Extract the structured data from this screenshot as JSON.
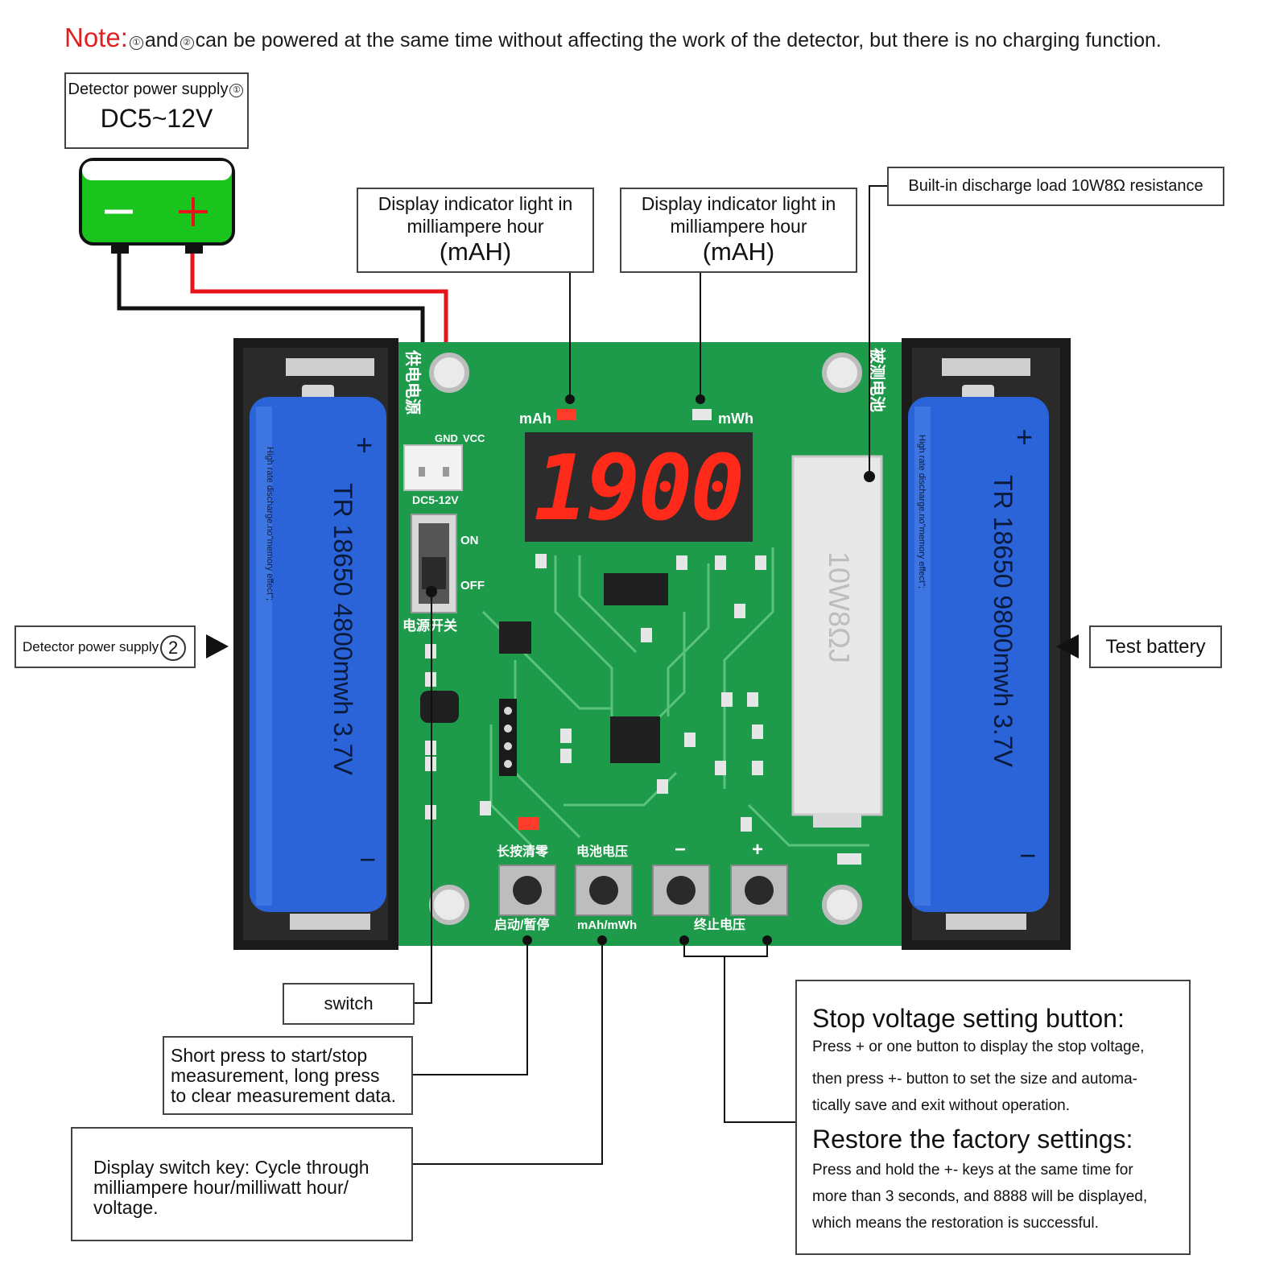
{
  "note": {
    "key": "Note:",
    "marker1": "①",
    "and": "and",
    "marker2": "②",
    "text": "can be powered at the same time without affecting the work of the detector, but there is no charging function."
  },
  "supply1": {
    "label": "Detector power supply",
    "marker": "①",
    "voltage": "DC5~12V"
  },
  "indicator_mah": {
    "line1": "Display indicator light in",
    "line2": "milliampere hour",
    "line3": "(mAH)"
  },
  "indicator_mwh": {
    "line1": "Display indicator light in",
    "line2": "milliampere hour",
    "line3": "(mAH)"
  },
  "resistor_label": "Built-in discharge load 10W8Ω resistance",
  "supply2": {
    "label": "Detector power supply",
    "marker": "2"
  },
  "test_battery": "Test battery",
  "switch_label": "switch",
  "start_stop": {
    "line1": "Short press to start/stop",
    "line2": "measurement, long press",
    "line3": "to clear measurement data."
  },
  "display_switch": {
    "line1": "Display switch key: Cycle through",
    "line2": "milliampere hour/milliwatt hour/",
    "line3": "voltage."
  },
  "stop_voltage": {
    "title": "Stop voltage setting button:",
    "line1": "Press + or one button to display the stop voltage,",
    "line2": "then press +- button to set the size and automa-",
    "line3": "tically save and exit without operation."
  },
  "factory": {
    "title": "Restore the factory settings:",
    "line1": "Press and hold the +- keys at the same time for",
    "line2": "more than 3 seconds, and 8888 will be displayed,",
    "line3": "which means the restoration is successful."
  },
  "board": {
    "display_value": "1900",
    "led_left": "mAh",
    "led_right": "mWh",
    "connector_gnd": "GND",
    "connector_vcc": "VCC",
    "connector_volt": "DC5-12V",
    "switch_on": "ON",
    "switch_off": "OFF",
    "power_switch_cn": "电源开关",
    "supply_cn": "供电电源",
    "battery_cn": "被测电池",
    "btn1_top": "长按清零",
    "btn1_bottom": "启动/暂停",
    "btn2_top": "电池电压",
    "btn2_bottom": "mAh/mWh",
    "btn3_top": "−",
    "btn4_top": "+",
    "btn34_bottom": "终止电压",
    "resistor_marking": "10W8ΩJ",
    "battery_left": "TR 18650 4800mwh 3.7V",
    "battery_right": "TR 18650 9800mwh 3.7V",
    "battery_small_text": "High rate discharge.no\"memory effect\";",
    "plus": "+",
    "minus": "−"
  },
  "colors": {
    "pcb": "#1d9a4a",
    "pcb_dark": "#137a38",
    "battery_blue": "#2a64d8",
    "segment_red": "#ff2a1a",
    "note_red": "#e02020",
    "wire_red": "#e8141c",
    "battery_green": "#19c41c"
  }
}
